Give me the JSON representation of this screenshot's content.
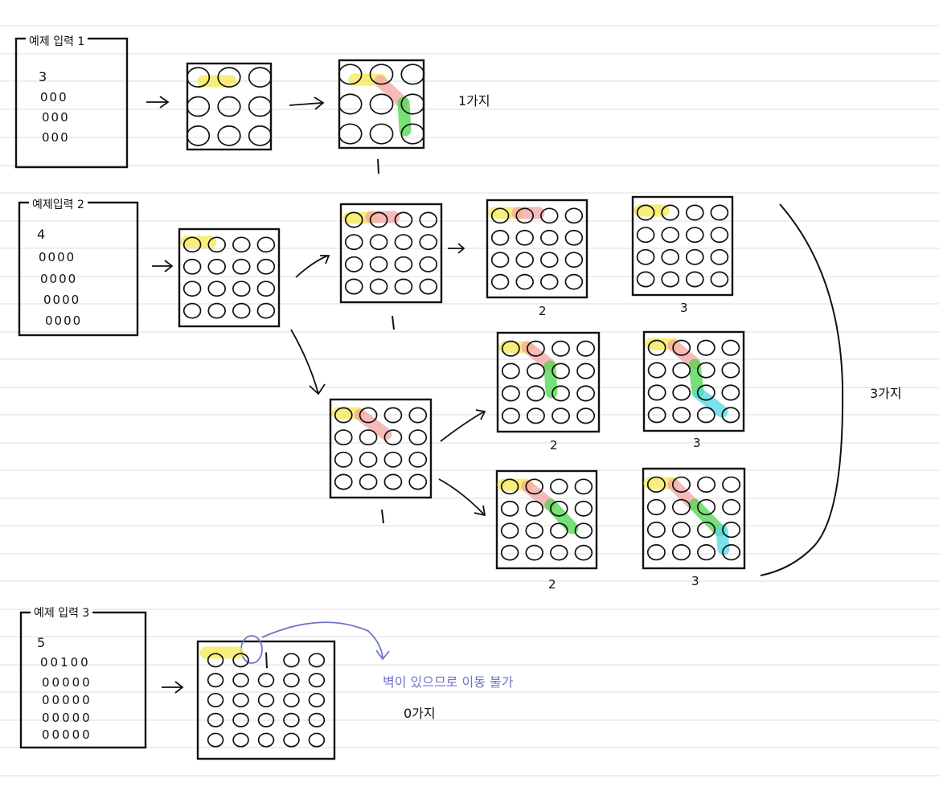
{
  "examples": [
    {
      "title": "예제 입력 1",
      "n": "3",
      "rows": [
        "000",
        "000",
        "000"
      ],
      "answer": "1가지",
      "path_numbers": [
        "1"
      ]
    },
    {
      "title": "예제입력 2",
      "n": "4",
      "rows": [
        "0000",
        "0000",
        "0000",
        "0000"
      ],
      "answer": "3가지",
      "path_numbers": [
        "1",
        "2",
        "3",
        "1",
        "2",
        "3",
        "2",
        "3"
      ]
    },
    {
      "title": "예제 입력 3",
      "n": "5",
      "rows": [
        "00100",
        "00000",
        "00000",
        "00000",
        "00000"
      ],
      "answer": "0가지",
      "note": "벽이 있으므로 이동 불가"
    }
  ],
  "colors": {
    "pipe_horizontal": "#f6e84f",
    "pipe_diagonal": "#f4a3a3",
    "pipe_vertical": "#4bd64b",
    "pipe_end": "#4fd8e6",
    "note": "#6f74c9",
    "ruled_line": "#dcdcdc",
    "ink": "#111111"
  }
}
